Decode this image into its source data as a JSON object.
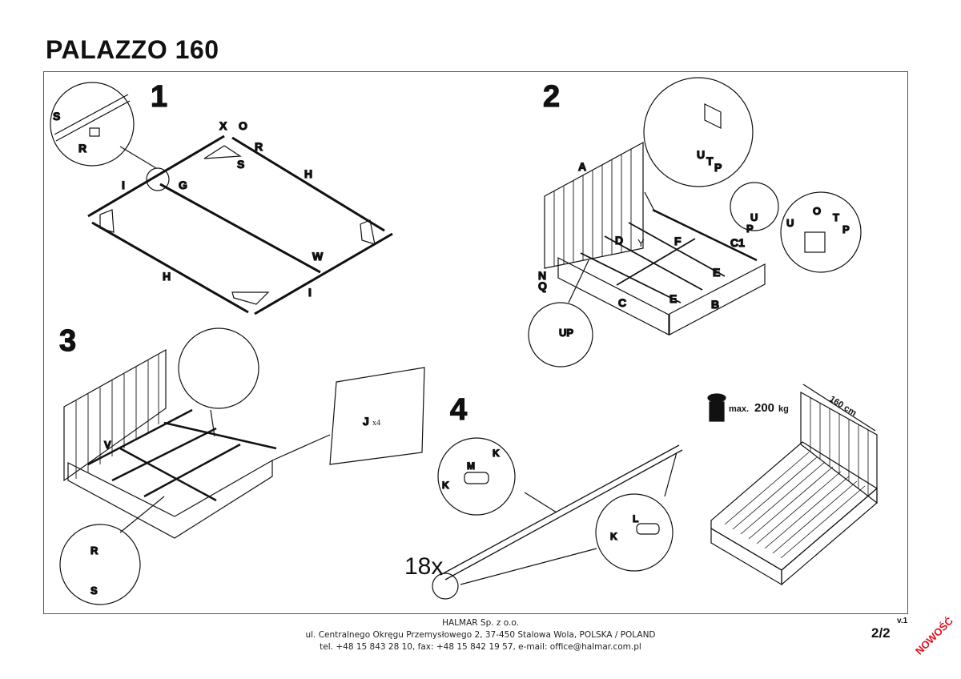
{
  "document": {
    "title": "PALAZZO 160",
    "version": "v.1",
    "page": "2/2",
    "badge": "NOWOŚĆ",
    "badge_color": "#e0101e"
  },
  "steps": [
    {
      "number": "1",
      "labels": [
        "S",
        "R",
        "X",
        "O",
        "R",
        "S",
        "I",
        "G",
        "H",
        "W",
        "H",
        "I"
      ]
    },
    {
      "number": "2",
      "labels": [
        "A",
        "U",
        "T",
        "P",
        "U",
        "P",
        "O",
        "U",
        "T",
        "P",
        "F",
        "C1",
        "D",
        "Y",
        "E",
        "N",
        "Q",
        "C",
        "E",
        "B",
        "UP"
      ]
    },
    {
      "number": "3",
      "labels": [
        "V",
        "R",
        "S"
      ],
      "panel_label": "J",
      "panel_qty": "x4"
    },
    {
      "number": "4",
      "labels": [
        "K",
        "M",
        "K",
        "K",
        "L"
      ],
      "quantity": "18x"
    }
  ],
  "specs": {
    "max_load_prefix": "max.",
    "max_load_value": "200",
    "max_load_unit": "kg",
    "width": "160 cm"
  },
  "footer": {
    "company": "HALMAR Sp. z o.o.",
    "address": "ul. Centralnego Okręgu Przemysłowego 2, 37-450 Stalowa Wola, POLSKA / POLAND",
    "contact": "tel. +48 15 843 28 10, fax: +48 15 842 19 57, e-mail: office@halmar.com.pl"
  }
}
